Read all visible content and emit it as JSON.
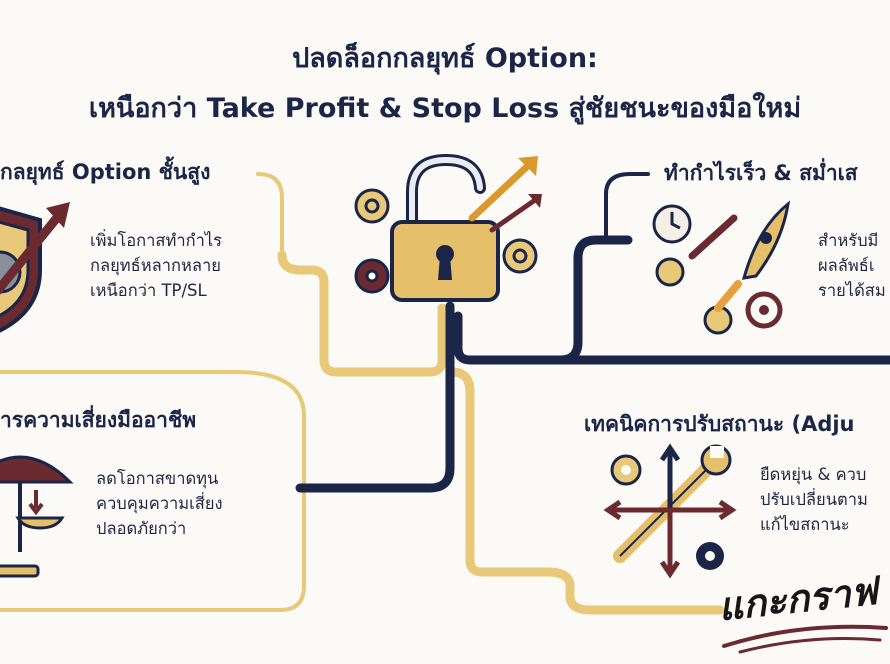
{
  "title": {
    "line1": "ปลดล็อกกลยุทธ์ Option:",
    "line2": "เหนือกว่า Take Profit & Stop Loss สู่ชัยชนะของมือใหม่"
  },
  "sections": {
    "top_left": {
      "heading": "กลยุทธ์ Option ชั้นสูง",
      "lines": [
        "เพิ่มโอกาสทำกำไร",
        "กลยุทธ์หลากหลาย",
        "เหนือกว่า TP/SL"
      ]
    },
    "top_right": {
      "heading": "ทำกำไรเร็ว & สม่ำเส",
      "lines": [
        "สำหรับมี",
        "ผลลัพธ์เ",
        "รายได้สม"
      ]
    },
    "bottom_left": {
      "heading": "ารความเสี่ยงมืออาชีพ",
      "lines": [
        "ลดโอกาสขาดทุน",
        "ควบคุมความเสี่ยง",
        "ปลอดภัยกว่า"
      ]
    },
    "bottom_right": {
      "heading": "เทคนิคการปรับสถานะ (Adju",
      "lines": [
        "ยืดหยุ่น & ควบ",
        "ปรับเปลี่ยนตาม",
        "แก้ไขสถานะ"
      ]
    }
  },
  "signature": "แกะกราฟ",
  "colors": {
    "navy": "#1b2547",
    "gold": "#e8c979",
    "maroon": "#6b2a2f",
    "lock_gold": "#e6bf6b",
    "background": "#fbfaf7"
  },
  "icons": {
    "center": "unlocked-padlock-icon",
    "top_left": "shield-arrow-icon",
    "top_right": "rocket-icon",
    "bottom_left": "umbrella-scale-icon",
    "bottom_right": "wrench-arrows-icon"
  }
}
